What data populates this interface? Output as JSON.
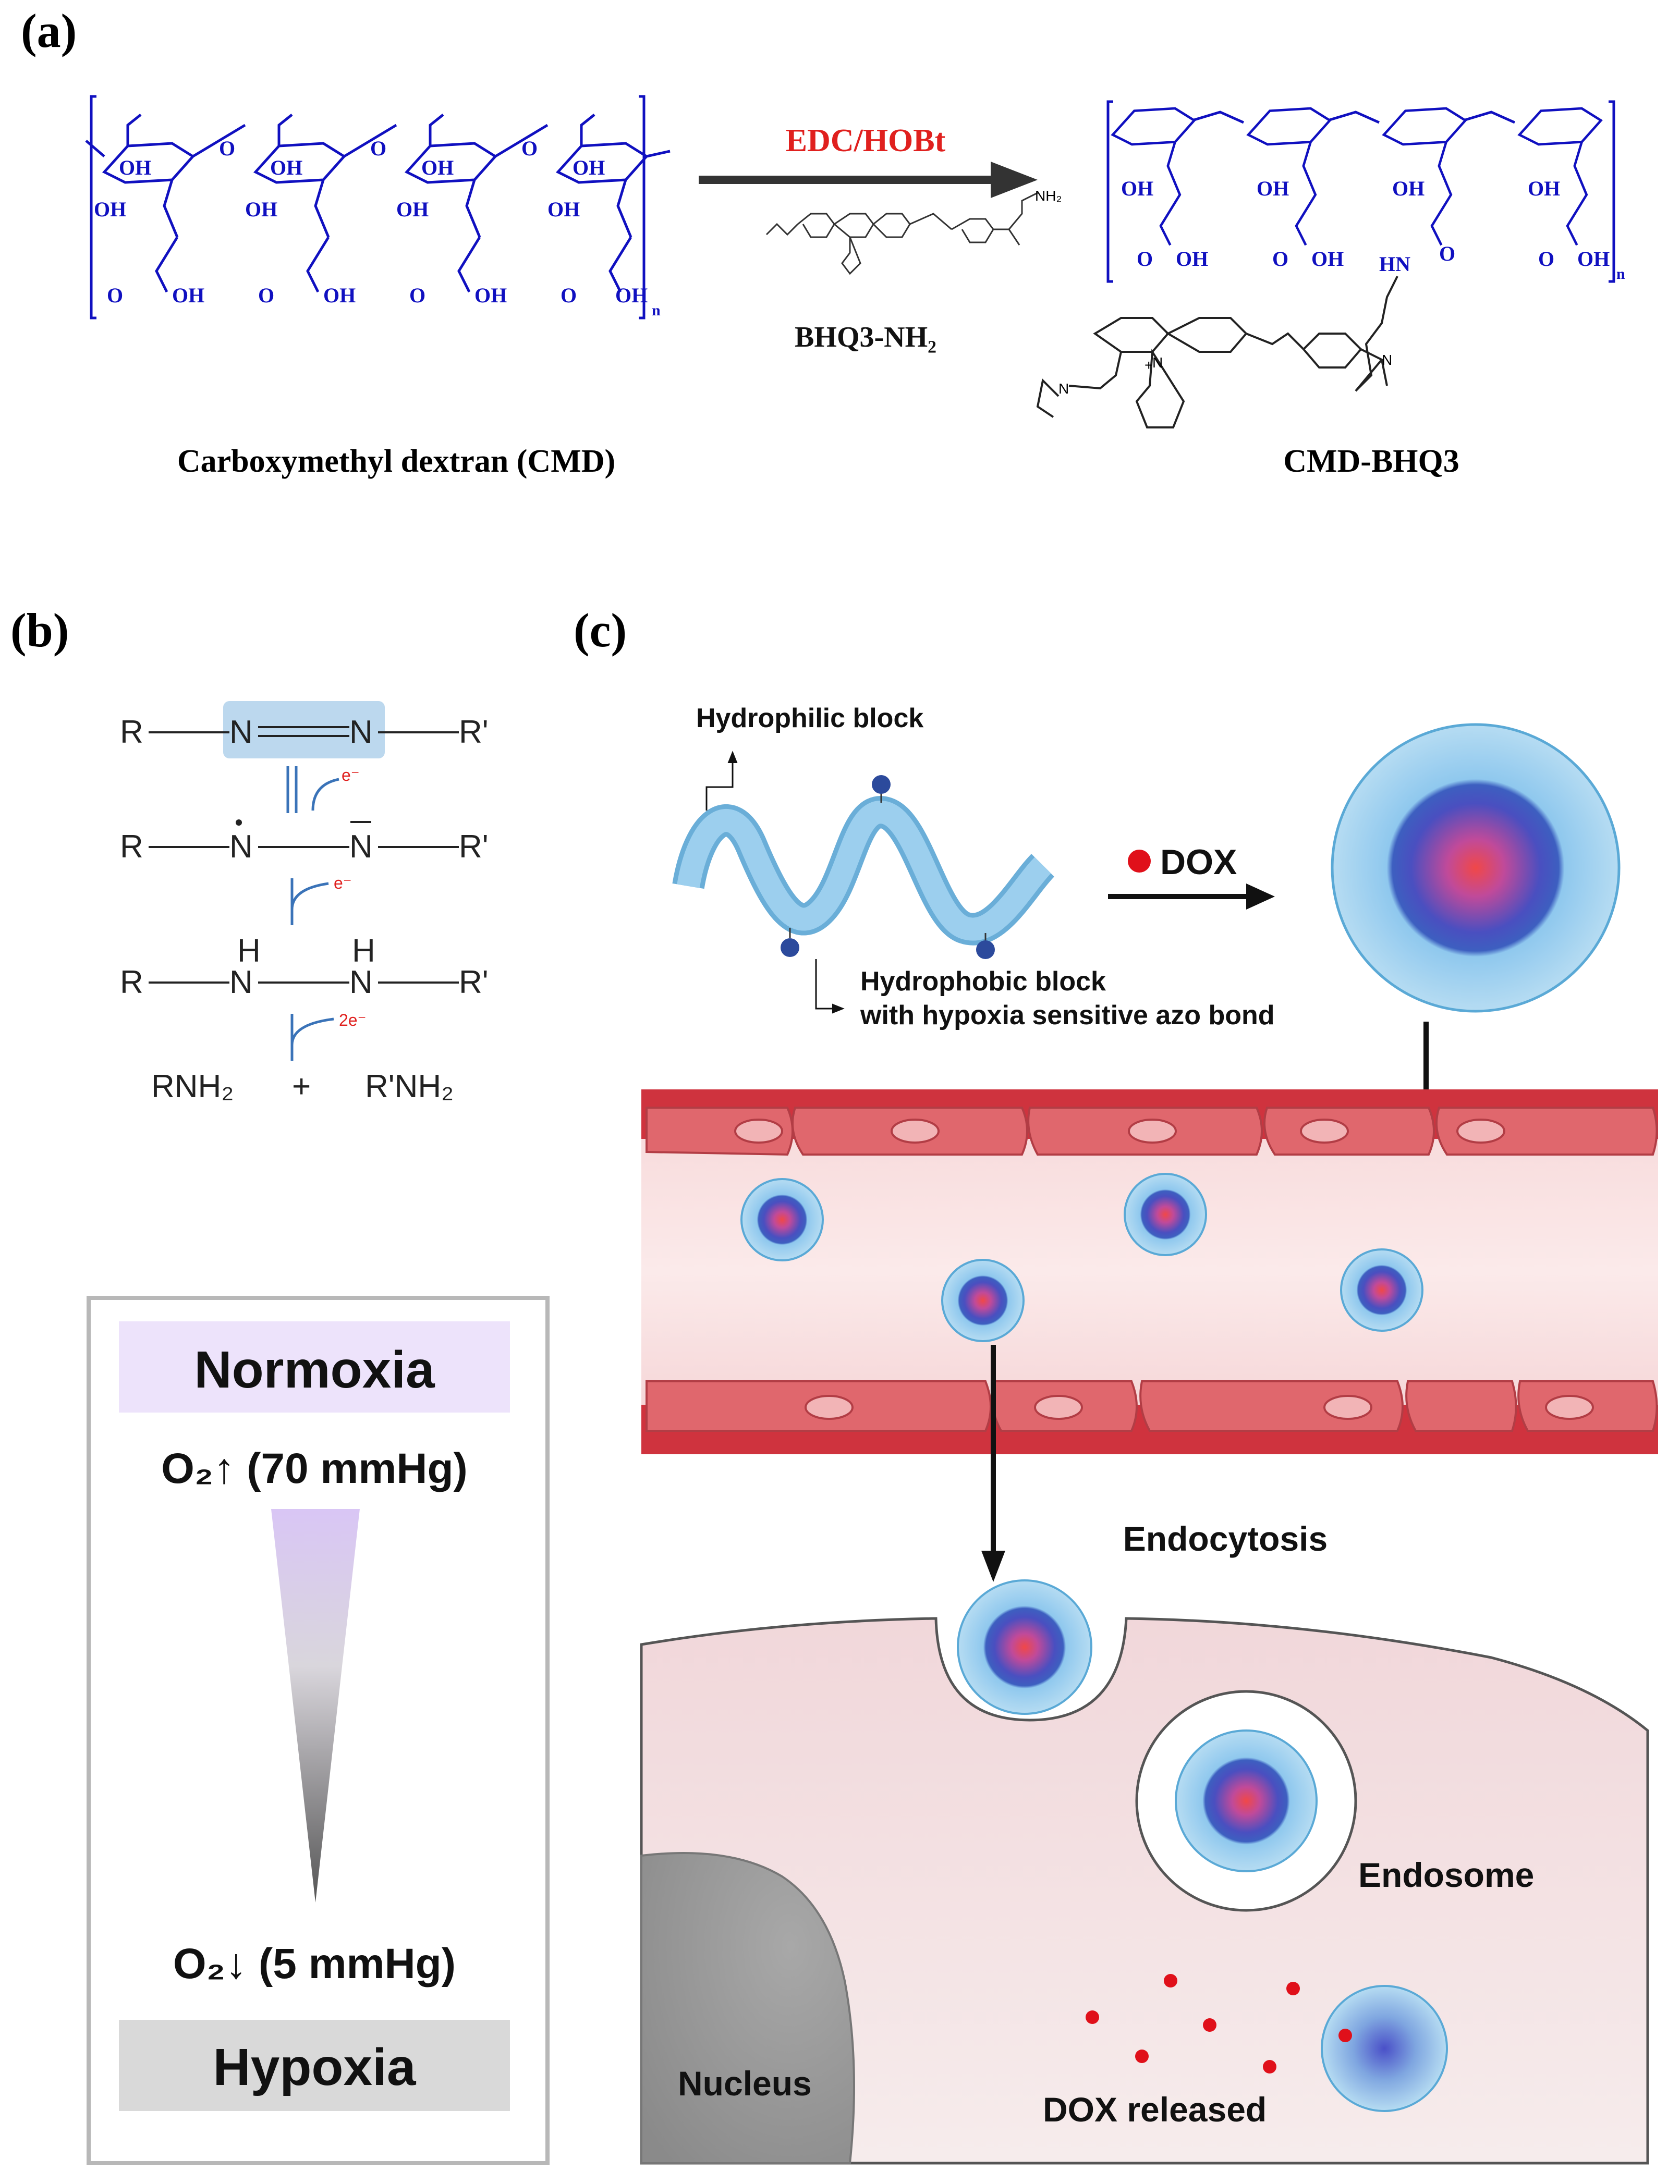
{
  "panels": {
    "a": {
      "label": "(a)",
      "reagent": "EDC/HOBt",
      "amine_label": "BHQ3-NH₂",
      "left_caption": "Carboxymethyl dextran (CMD)",
      "right_caption": "CMD-BHQ3",
      "chem": {
        "oh": "OH",
        "o": "O",
        "n": "n",
        "hn": "HN",
        "nh2": "NH₂",
        "n_atom": "N",
        "plus": "+"
      }
    },
    "b": {
      "label": "(b)",
      "mechanism": {
        "r": "R",
        "rp": "R'",
        "n": "N",
        "h": "H",
        "e1": "e⁻",
        "e2": "e⁻",
        "e3": "2e⁻",
        "products": [
          "RNH₂",
          "+",
          "R'NH₂"
        ]
      },
      "oxygen_box": {
        "normoxia": "Normoxia",
        "high": "O₂↑ (70 mmHg)",
        "low": "O₂↓ (5 mmHg)",
        "hypoxia": "Hypoxia"
      }
    },
    "c": {
      "label": "(c)",
      "hydrophilic": "Hydrophilic block",
      "hydrophobic_line1": "Hydrophobic block",
      "hydrophobic_line2": "with hypoxia sensitive azo bond",
      "dox": "DOX",
      "endocytosis": "Endocytosis",
      "endosome": "Endosome",
      "nucleus": "Nucleus",
      "dox_released": "DOX released"
    }
  },
  "colors": {
    "chem_blue": "#1010c0",
    "reagent_red": "#e0201e",
    "vessel_red": "#d0353f",
    "cell_pink": "#f2dadd",
    "micelle_blue": "#8fcbec",
    "dox_red": "#e0101a",
    "normoxia_bg": "#ede3fb",
    "hypoxia_bg": "#d9d9d9"
  }
}
